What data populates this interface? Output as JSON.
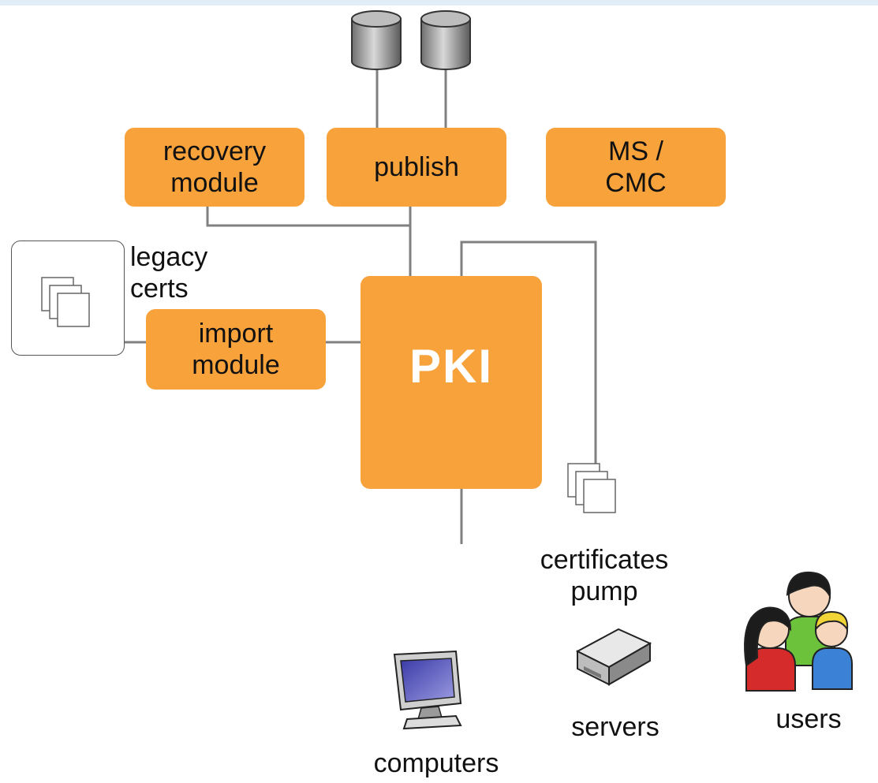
{
  "diagram": {
    "boxes": {
      "recovery": "recovery\nmodule",
      "publish": "publish",
      "ms_cmc": "MS /\nCMC",
      "import": "import\nmodule",
      "pki": "PKI"
    },
    "labels": {
      "legacy_certs": "legacy\ncerts",
      "certificates_pump": "certificates\npump",
      "computers": "computers",
      "servers": "servers",
      "users": "users"
    },
    "colors": {
      "box_fill": "#f7a23b",
      "line": "#808080",
      "pki_text": "#ffffff"
    },
    "icons": [
      "database-icon",
      "database-icon",
      "certificates-stack-icon",
      "certificates-stack-icon",
      "computer-monitor-icon",
      "server-icon",
      "users-group-icon"
    ]
  }
}
